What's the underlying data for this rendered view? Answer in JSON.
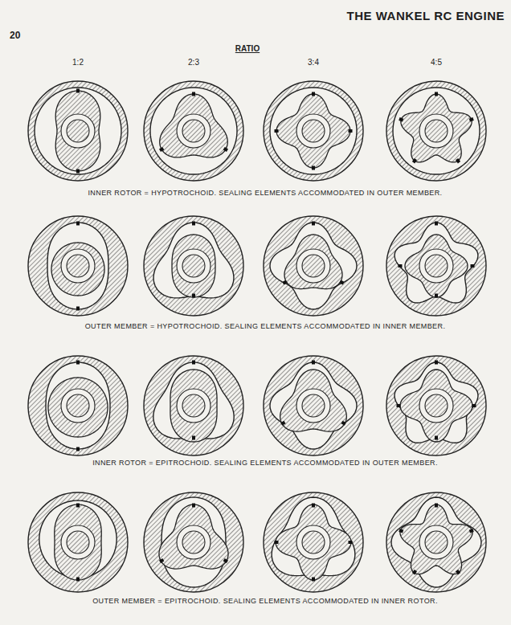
{
  "diagram": {
    "title": "THE WANKEL RC ENGINE",
    "labels": [
      "20",
      "RATIO",
      "1:2",
      "2:3",
      "3:4",
      "4:5",
      "INNER ROTOR = HYPOTROCHOID. SEALING ELEMENTS ACCOMMODATED IN OUTER MEMBER.",
      "OUTER MEMBER = HYPOTROCHOID. SEALING ELEMENTS ACCOMMODATED IN INNER MEMBER.",
      "INNER ROTOR = EPITROCHOID. SEALING ELEMENTS ACCOMMODATED IN OUTER MEMBER.",
      "OUTER MEMBER = EPITROCHOID. SEALING ELEMENTS ACCOMMODATED IN INNER ROTOR."
    ]
  }
}
